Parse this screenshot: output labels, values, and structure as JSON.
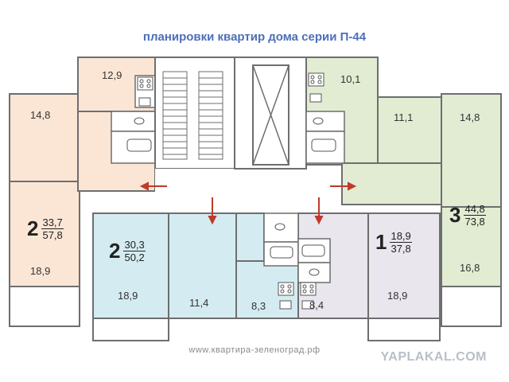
{
  "title": "планировки квартир дома серии П-44",
  "rooms": {
    "left_kitchen": "12,9",
    "left_room_top": "14,8",
    "left_room_bottom": "18,9",
    "right_kitchen": "10,1",
    "right_room_mid": "11,1",
    "right_room_top": "14,8",
    "right_room_bottom": "16,8",
    "center_left_room": "18,9",
    "center_left_small": "11,4",
    "center_kitchen_a": "8,3",
    "center_kitchen_b": "8,4",
    "center_right_room": "18,9"
  },
  "apartments": [
    {
      "rooms": "2",
      "living": "33,7",
      "total": "57,8"
    },
    {
      "rooms": "2",
      "living": "30,3",
      "total": "50,2"
    },
    {
      "rooms": "1",
      "living": "18,9",
      "total": "37,8"
    },
    {
      "rooms": "3",
      "living": "44,8",
      "total": "73,8"
    }
  ],
  "footer": "www.квартира-зеленоград.рф",
  "watermark": "YAPLAKAL.COM",
  "colors": {
    "peach": "#fbe6d6",
    "green": "#e2ecd3",
    "blue": "#d4ecf1",
    "lavender": "#e9e6ee",
    "wall": "#6e6e6e",
    "arrow": "#c0392b",
    "title": "#4d6fb8"
  }
}
